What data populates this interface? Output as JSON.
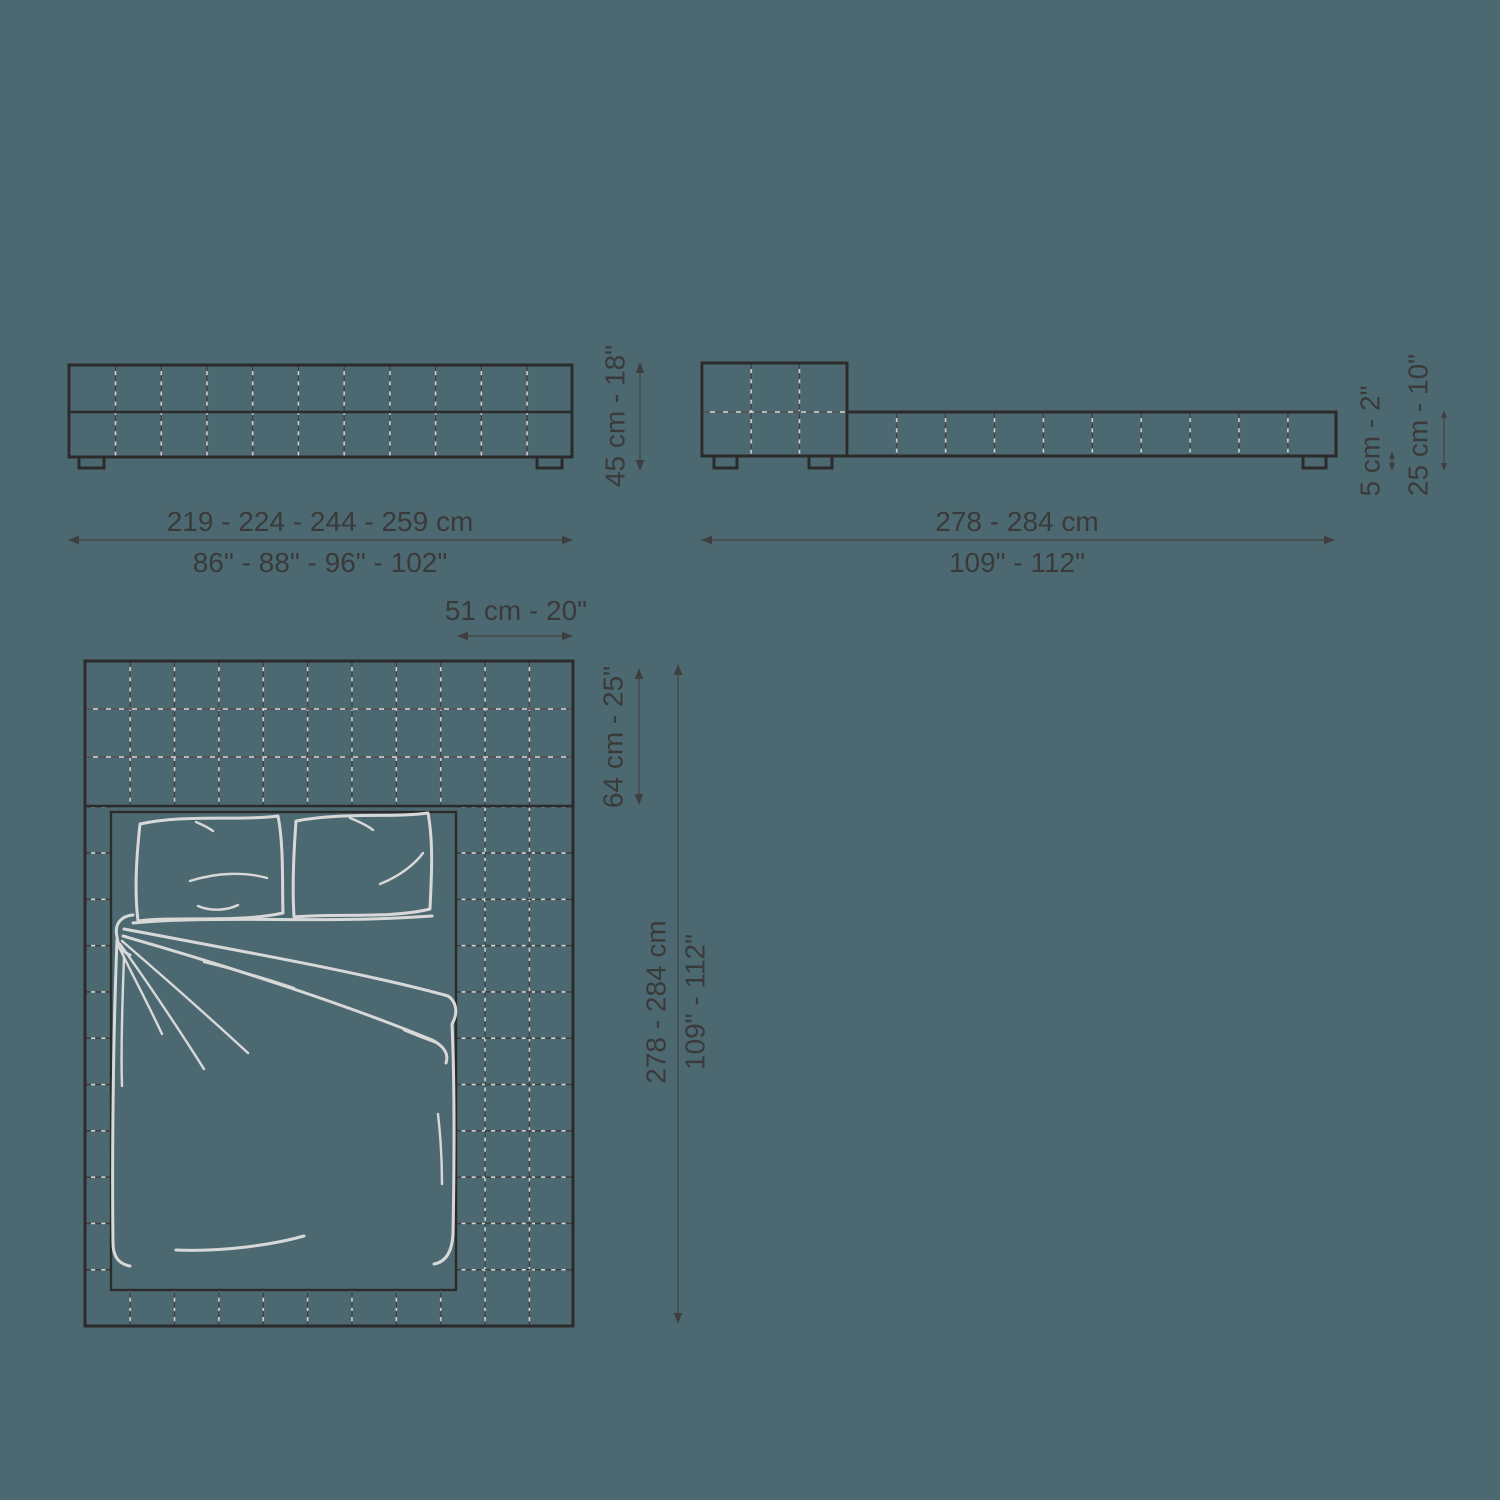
{
  "colors": {
    "background": "#4c6971",
    "line": "#2b2b2b",
    "dashed_grid_dark": "#3e3e3e",
    "dashed_grid_light": "#d3d6d6",
    "sketch": "#d8d8d8",
    "text": "#3a3a3a"
  },
  "front_view": {
    "width_cm": "219 - 224 - 244 - 259 cm",
    "width_in": "86\" - 88\" - 96\" - 102\"",
    "height": "45 cm - 18\""
  },
  "side_view": {
    "length_cm": "278 - 284 cm",
    "length_in": "109\" - 112\"",
    "leg_height": "5 cm - 2\"",
    "base_height": "25 cm - 10\""
  },
  "top_view": {
    "side_rail_width": "51 cm - 20\"",
    "headboard_depth": "64 cm - 25\"",
    "length_cm": "278 - 284 cm",
    "length_in": "109\" - 112\""
  }
}
